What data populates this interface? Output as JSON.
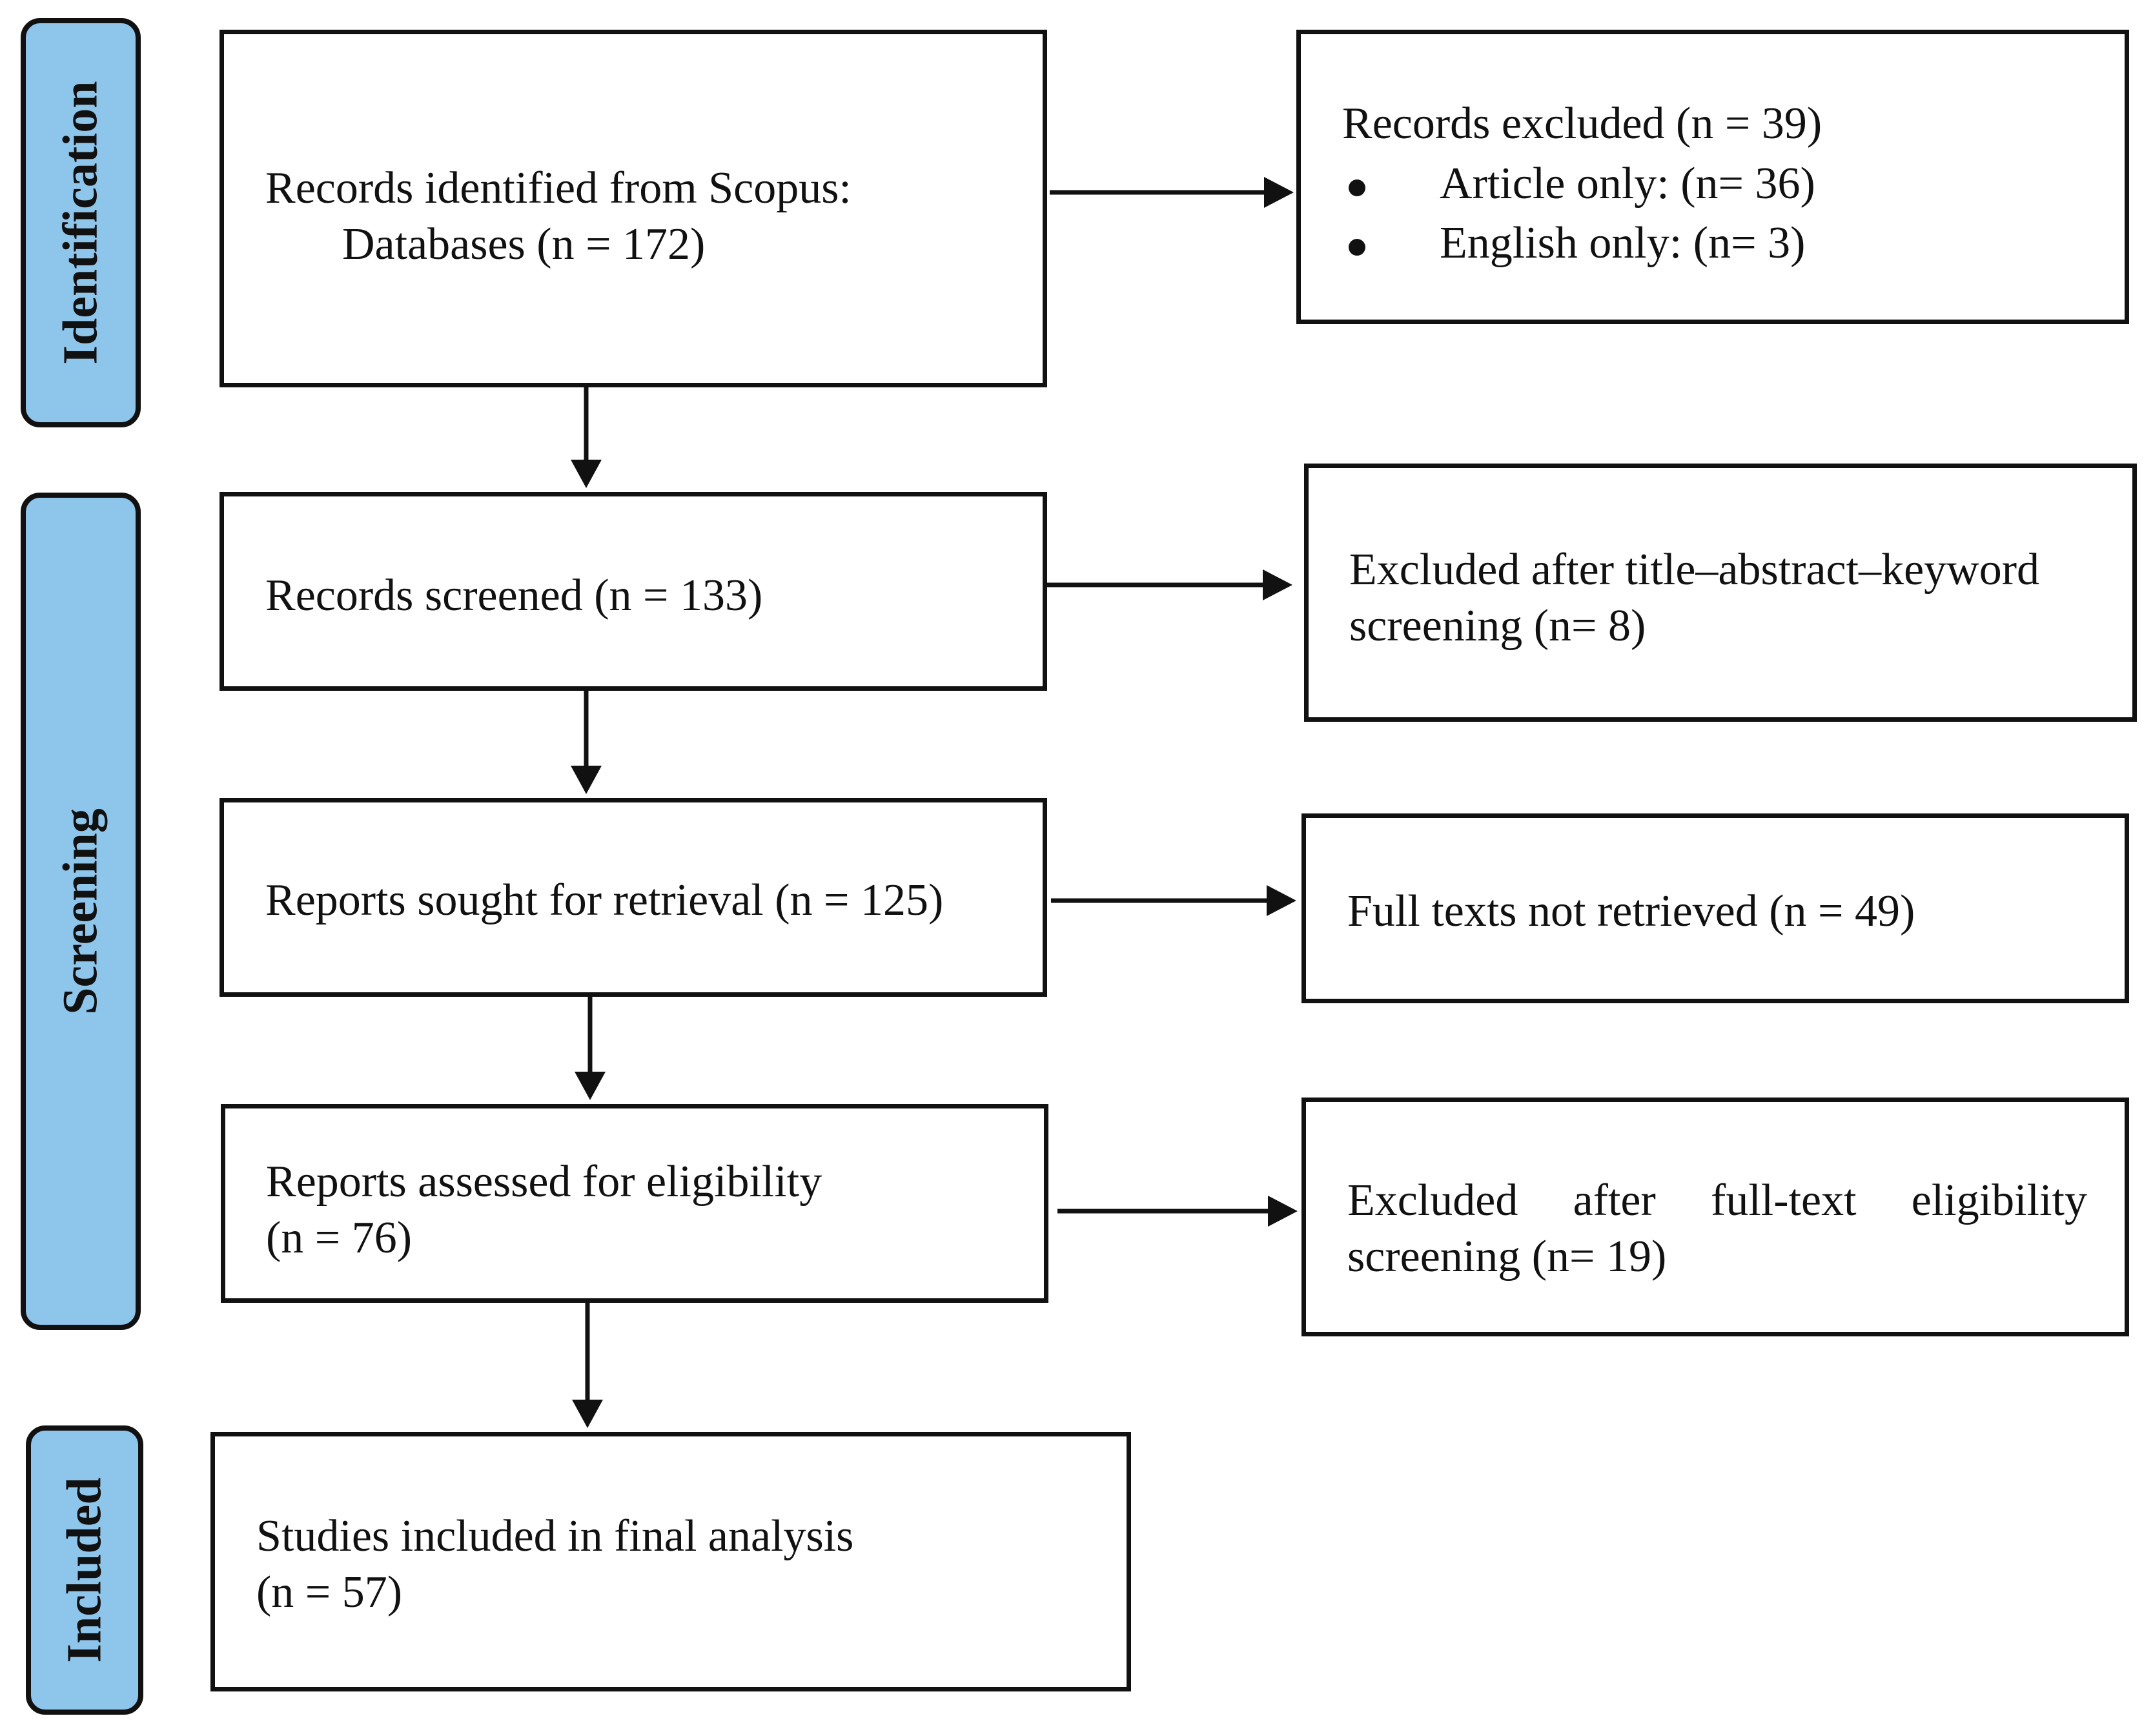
{
  "phases": {
    "identification": "Identification",
    "screening": "Screening",
    "included": "Included"
  },
  "boxes": {
    "identified": {
      "line1": "Records identified from Scopus:",
      "line2": "Databases (n = 172)"
    },
    "excluded_records": {
      "title": "Records excluded (n = 39)",
      "bullets": [
        "Article only: (n= 36)",
        "English only: (n= 3)"
      ]
    },
    "screened": {
      "line1": "Records screened (n = 133)"
    },
    "excluded_title": {
      "line1": "Excluded after title–abstract–keyword",
      "line2": "screening (n= 8)"
    },
    "sought": {
      "line1": "Reports sought for retrieval (n = 125)"
    },
    "not_retrieved": {
      "line1": "Full texts not retrieved (n = 49)"
    },
    "assessed": {
      "line1": "Reports assessed for eligibility",
      "line2": "(n = 76)"
    },
    "excluded_fulltext": {
      "words": [
        "Excluded",
        "after",
        "full-text",
        "eligibility"
      ],
      "line2": "screening (n= 19)"
    },
    "included": {
      "line1": "Studies included in final analysis",
      "line2": "(n = 57)"
    }
  },
  "colors": {
    "phase_fill": "#8ec5ea",
    "stroke": "#111111"
  }
}
